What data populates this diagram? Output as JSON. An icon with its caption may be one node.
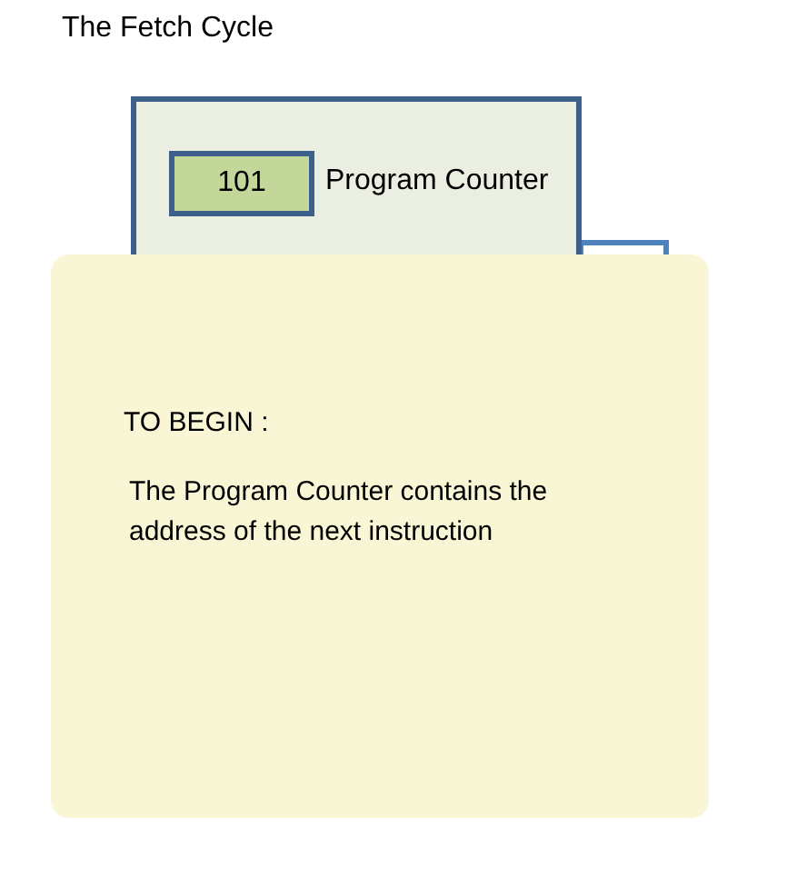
{
  "diagram": {
    "title": "The Fetch Cycle",
    "nodes": [
      {
        "text": [],
        "shape": "box"
      },
      {
        "text": [
          "101"
        ],
        "in": 0,
        "beside": [
          "Program Counter"
        ]
      },
      {
        "text": [],
        "shape": "box"
      },
      {
        "text": [
          "TO BEGIN :",
          "The Program Counter contains the address of the next instruction"
        ]
      }
    ],
    "edges": []
  }
}
